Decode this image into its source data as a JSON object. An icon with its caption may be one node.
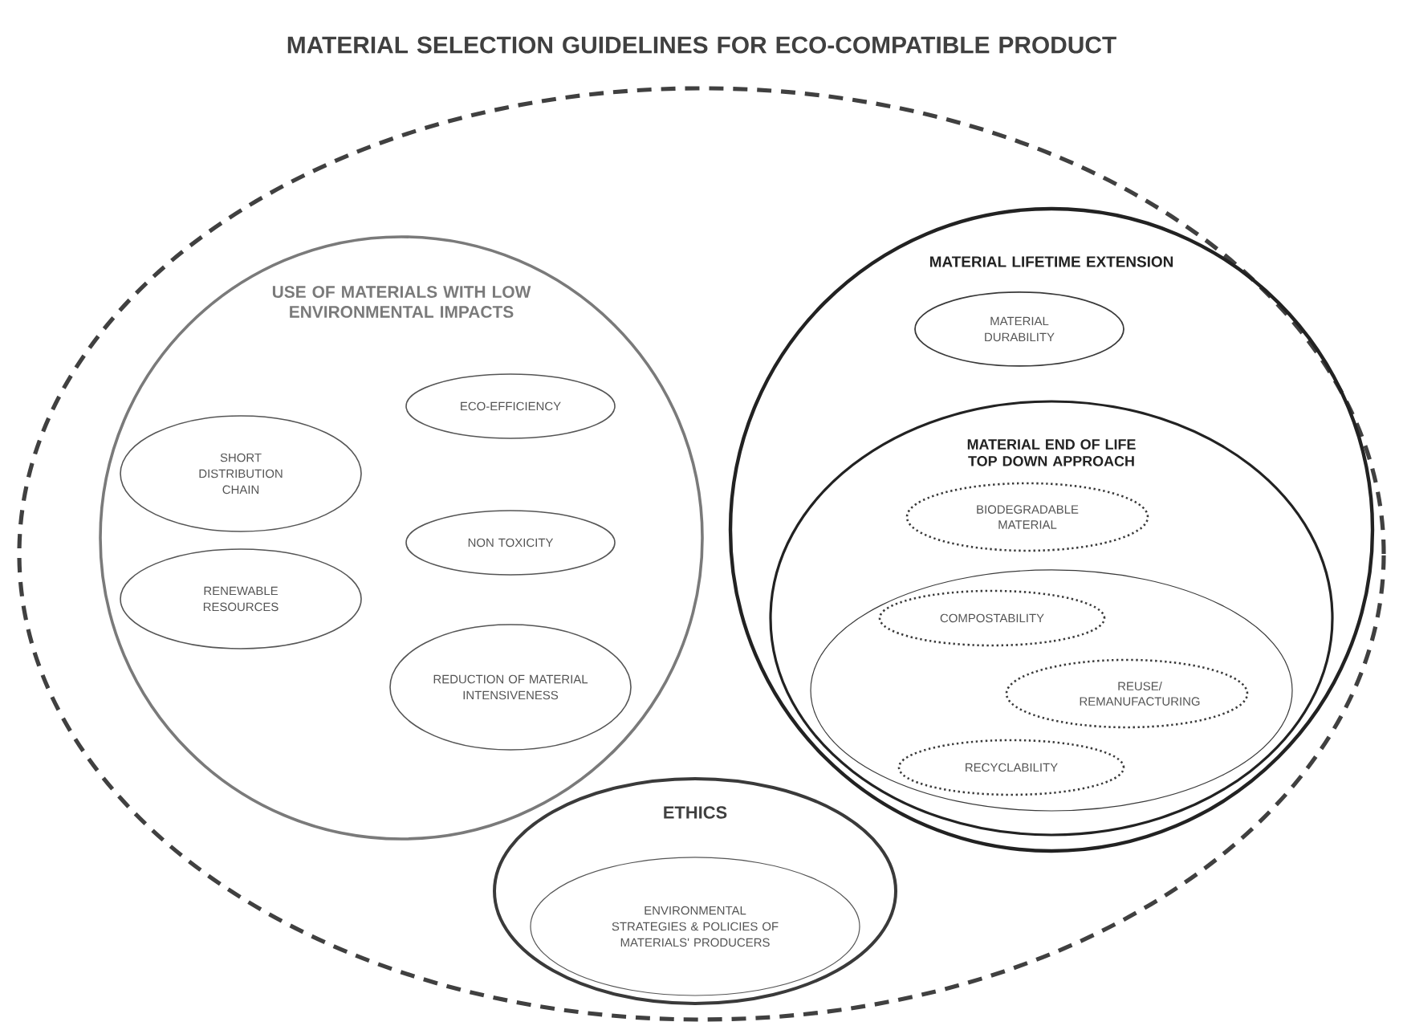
{
  "diagram": {
    "nodes": [
      {
        "text": [
          "MATERIAL SELECTION GUIDELINES FOR ECO-COMPATIBLE PRODUCT"
        ]
      },
      {
        "text": [
          "USE OF MATERIALS WITH LOW ENVIRONMENTAL IMPACTS"
        ],
        "in": 0
      },
      {
        "text": [
          "ECO-EFFICIENCY"
        ],
        "in": 1
      },
      {
        "text": [
          "SHORT DISTRIBUTION CHAIN"
        ],
        "in": 1
      },
      {
        "text": [
          "NON TOXICITY"
        ],
        "in": 1
      },
      {
        "text": [
          "RENEWABLE RESOURCES"
        ],
        "in": 1
      },
      {
        "text": [
          "REDUCTION OF MATERIAL INTENSIVENESS"
        ],
        "in": 1
      },
      {
        "text": [
          "MATERIAL LIFETIME EXTENSION"
        ],
        "in": 0
      },
      {
        "text": [
          "MATERIAL DURABILITY"
        ],
        "in": 7
      },
      {
        "text": [
          "MATERIAL END OF LIFE TOP DOWN APPROACH"
        ],
        "in": 7
      },
      {
        "text": [
          "BIODEGRADABLE MATERIAL"
        ],
        "in": 9
      },
      {
        "text": [],
        "shape": "ellipse",
        "in": 9
      },
      {
        "text": [
          "COMPOSTABILITY"
        ],
        "in": 11
      },
      {
        "text": [
          "REUSE/ REMANUFACTURING"
        ],
        "in": 11
      },
      {
        "text": [
          "RECYCLABILITY"
        ],
        "in": 11
      },
      {
        "text": [
          "ETHICS"
        ],
        "in": 0
      },
      {
        "text": [
          "ENVIRONMENTAL STRATEGIES & POLICIES OF MATERIALS' PRODUCERS"
        ],
        "in": 15
      }
    ]
  }
}
